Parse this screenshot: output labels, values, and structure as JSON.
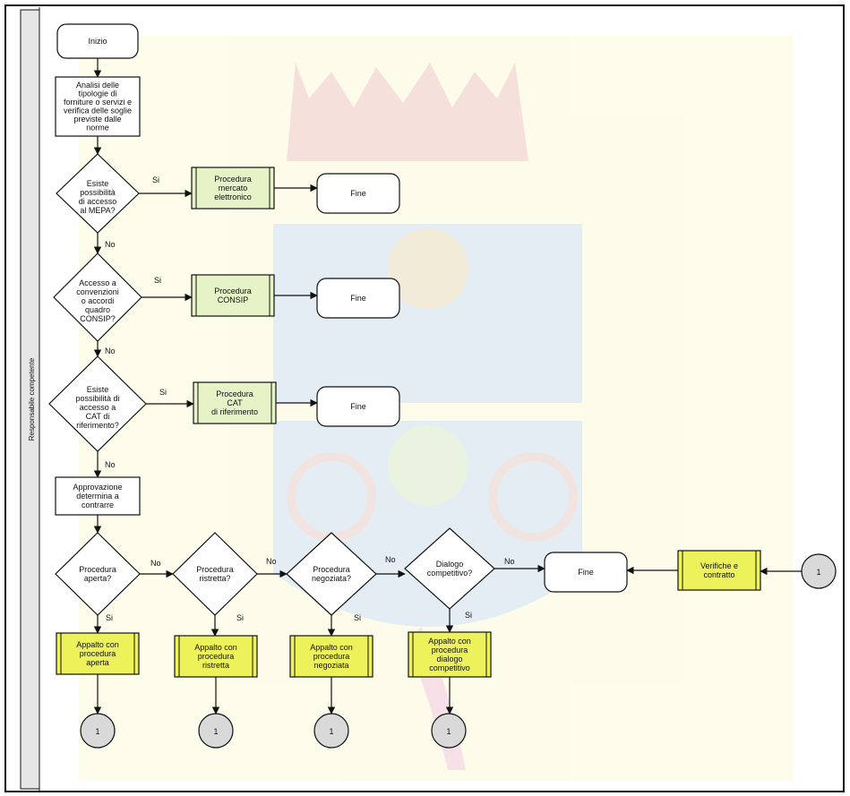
{
  "lane": {
    "label": "Responsabile competente"
  },
  "colors": {
    "process_fill": "#ffffff",
    "subprocess_light": "#e6f3c7",
    "subprocess_yellow": "#eef25a",
    "connector_fill": "#d9d9d9",
    "stroke": "#111111",
    "lane_band": "#e6e6e6",
    "watermark": "#f7f0a8"
  },
  "watermark": {
    "type": "coat-of-arms"
  },
  "nodes": {
    "inizio": [
      "Inizio"
    ],
    "analisi": [
      "Analisi delle",
      "tipologie di",
      "forniture o servizi e",
      "verifica delle soglie",
      "previste dalle",
      "norme"
    ],
    "d_mepa": [
      "Esiste",
      "possibilità",
      "di accesso",
      "al MEPA?"
    ],
    "p_mepa": [
      "Procedura",
      "mercato",
      "elettronico"
    ],
    "fine_mepa": [
      "Fine"
    ],
    "d_consip": [
      "Accesso a",
      "convenzioni",
      "o accordi",
      "quadro",
      "CONSIP?"
    ],
    "p_consip": [
      "Procedura",
      "CONSIP"
    ],
    "fine_consip": [
      "Fine"
    ],
    "d_cat": [
      "Esiste",
      "possibilità di",
      "accesso a",
      "CAT di",
      "riferimento?"
    ],
    "p_cat": [
      "Procedura",
      "CAT",
      "di riferimento"
    ],
    "fine_cat": [
      "Fine"
    ],
    "approvazione": [
      "Approvazione",
      "determina a",
      "contrarre"
    ],
    "d_aperta": [
      "Procedura",
      "aperta?"
    ],
    "d_ristretta": [
      "Procedura",
      "ristretta?"
    ],
    "d_negoziata": [
      "Procedura",
      "negoziata?"
    ],
    "d_dialogo": [
      "Dialogo",
      "competitivo?"
    ],
    "fine_main": [
      "Fine"
    ],
    "verifiche": [
      "Verifiche e",
      "contratto"
    ],
    "conn_right": [
      "1"
    ],
    "a_aperta": [
      "Appalto con",
      "procedura",
      "aperta"
    ],
    "a_ristretta": [
      "Appalto con",
      "procedura",
      "ristretta"
    ],
    "a_negoziata": [
      "Appalto con",
      "procedura",
      "negoziata"
    ],
    "a_dialogo": [
      "Appalto con",
      "procedura",
      "dialogo",
      "competitivo"
    ],
    "conn_1": [
      "1"
    ],
    "conn_2": [
      "1"
    ],
    "conn_3": [
      "1"
    ],
    "conn_4": [
      "1"
    ]
  },
  "edge_labels": {
    "si_mepa": "Si",
    "no_mepa": "No",
    "si_consip": "Si",
    "no_consip": "No",
    "si_cat": "Si",
    "no_cat": "No",
    "no_aperta": "No",
    "si_aperta": "Si",
    "no_ristretta": "No",
    "si_ristretta": "Si",
    "no_negoziata": "No",
    "si_negoziata": "Si",
    "no_dialogo": "No",
    "si_dialogo": "Si"
  }
}
